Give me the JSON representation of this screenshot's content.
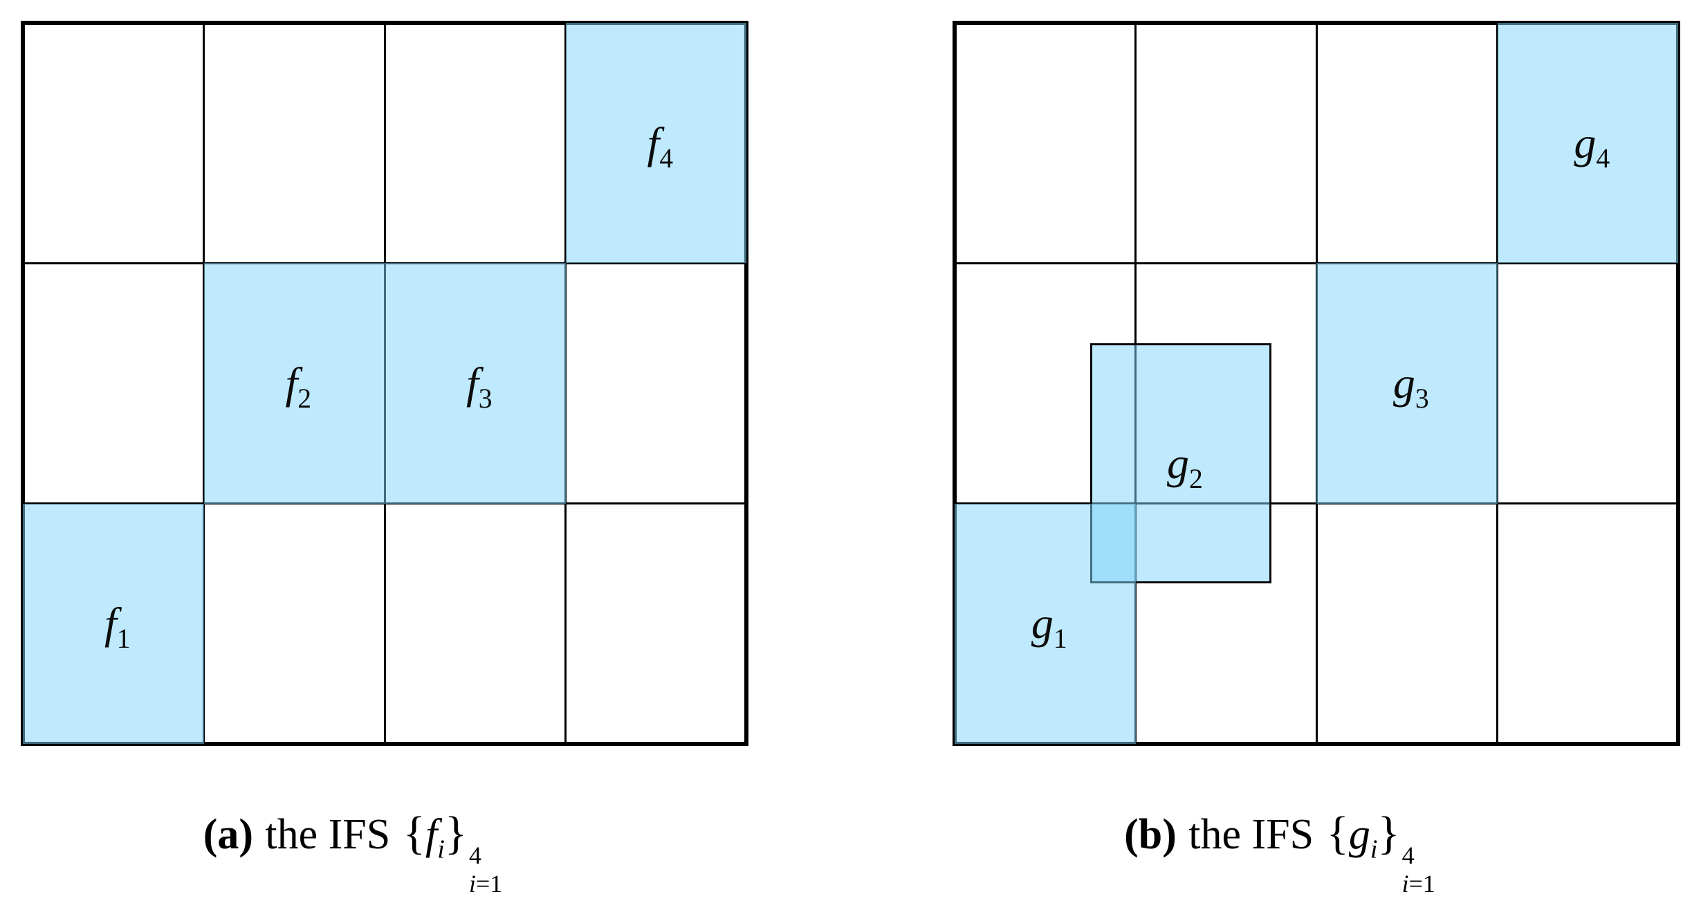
{
  "colors": {
    "background": "#ffffff",
    "grid_line": "#000000",
    "cell_fill_rgba": "rgba(127,211,249,0.5)",
    "cell_fill_over_white": "#bfe9fc",
    "overlap_fill": "#9fdefb",
    "tinted_line": "#406a7d",
    "overlay_border": "#0b0b0b",
    "text": "#000000"
  },
  "panels": [
    {
      "id": "a",
      "grid": {
        "cols": 4,
        "rows": 3
      },
      "cells": [
        {
          "var": "f",
          "sub": "1",
          "col": 0,
          "row": 2
        },
        {
          "var": "f",
          "sub": "2",
          "col": 1,
          "row": 1
        },
        {
          "var": "f",
          "sub": "3",
          "col": 2,
          "row": 1
        },
        {
          "var": "f",
          "sub": "4",
          "col": 3,
          "row": 0
        }
      ],
      "overlay": null,
      "caption": {
        "prefix": "(a)",
        "text": "the IFS",
        "brace_open": "{",
        "var": "f",
        "var_sub": "i",
        "brace_close": "}",
        "sup": "4",
        "sub_var": "i",
        "sub_rest": "=1"
      }
    },
    {
      "id": "b",
      "grid": {
        "cols": 4,
        "rows": 3
      },
      "cells": [
        {
          "var": "g",
          "sub": "1",
          "col": 0,
          "row": 2
        },
        {
          "var": "g",
          "sub": "3",
          "col": 2,
          "row": 1
        },
        {
          "var": "g",
          "sub": "4",
          "col": 3,
          "row": 0
        }
      ],
      "overlay": {
        "var": "g",
        "sub": "2",
        "left_pct": 18.75,
        "top_pct": 44.444,
        "width_pct": 25,
        "height_pct": 33.333
      },
      "caption": {
        "prefix": "(b)",
        "text": "the IFS",
        "brace_open": "{",
        "var": "g",
        "var_sub": "i",
        "brace_close": "}",
        "sup": "4",
        "sub_var": "i",
        "sub_rest": "=1"
      }
    }
  ]
}
